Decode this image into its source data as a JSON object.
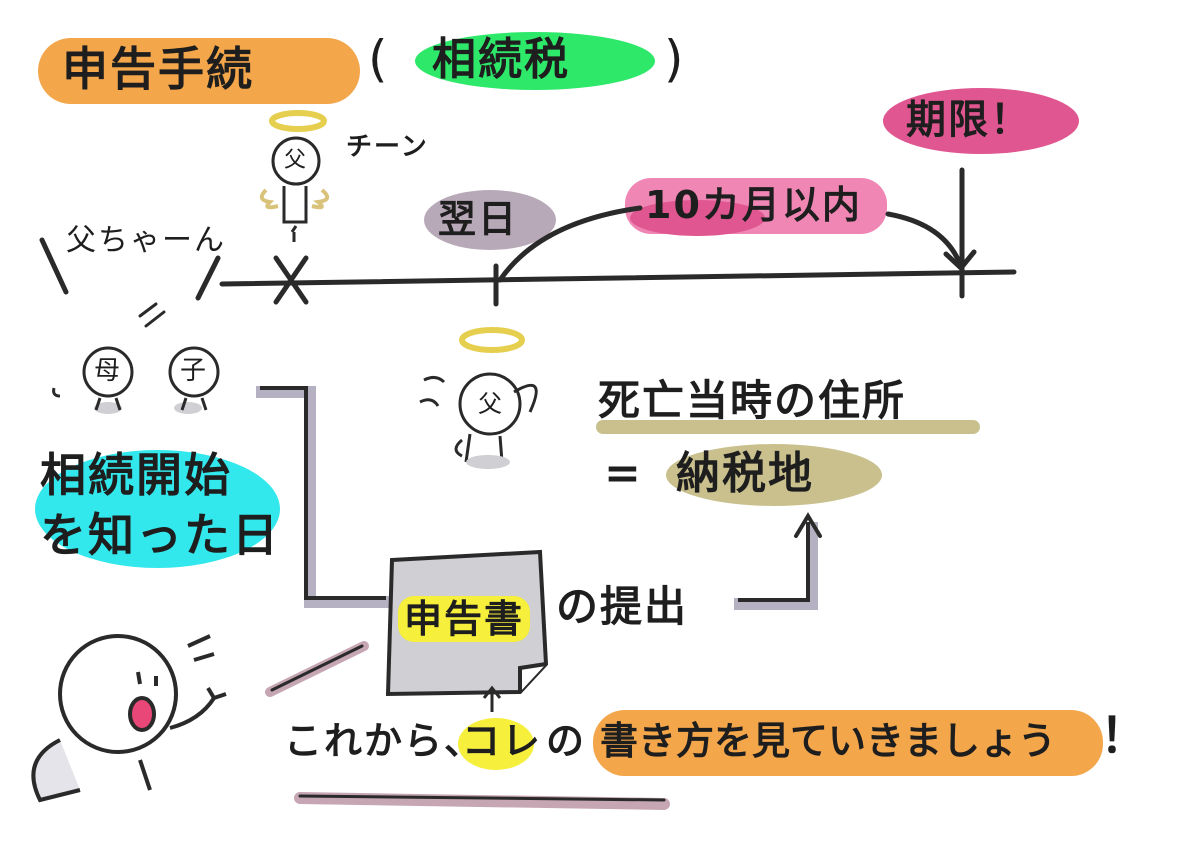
{
  "header": {
    "title": "申告手続",
    "paren_open": "(",
    "tax_name": "相続税",
    "paren_close": ")"
  },
  "timeline": {
    "deadline_label": "期限！",
    "period_label": "10カ月以内",
    "next_day_label": "翌日",
    "chime_label": "チーン",
    "father_face": "父",
    "cry_label": "父ちゃーん"
  },
  "people": {
    "mother": "母",
    "child": "子"
  },
  "notes": {
    "start_line1": "相続開始",
    "start_line2": "を知った日",
    "address_line": "死亡当時の住所",
    "equals": "=",
    "tax_office": "納税地",
    "document_label": "申告書",
    "submission": "の提出",
    "footer_prefix": "これから、",
    "footer_kore": "コレ",
    "footer_no": "の",
    "footer_rest": "書き方を見ていきましょう",
    "footer_bang": "！"
  },
  "colors": {
    "orange": "#f3a64a",
    "green": "#2ee86a",
    "magenta": "#e05690",
    "pink": "#ef86b4",
    "gray_purple": "#b8a9b8",
    "cyan": "#33e8ec",
    "khaki": "#c9c08e",
    "yellow": "#f6ef3b",
    "line": "#2a2a2a",
    "doc_fill": "#cfcfd4"
  }
}
